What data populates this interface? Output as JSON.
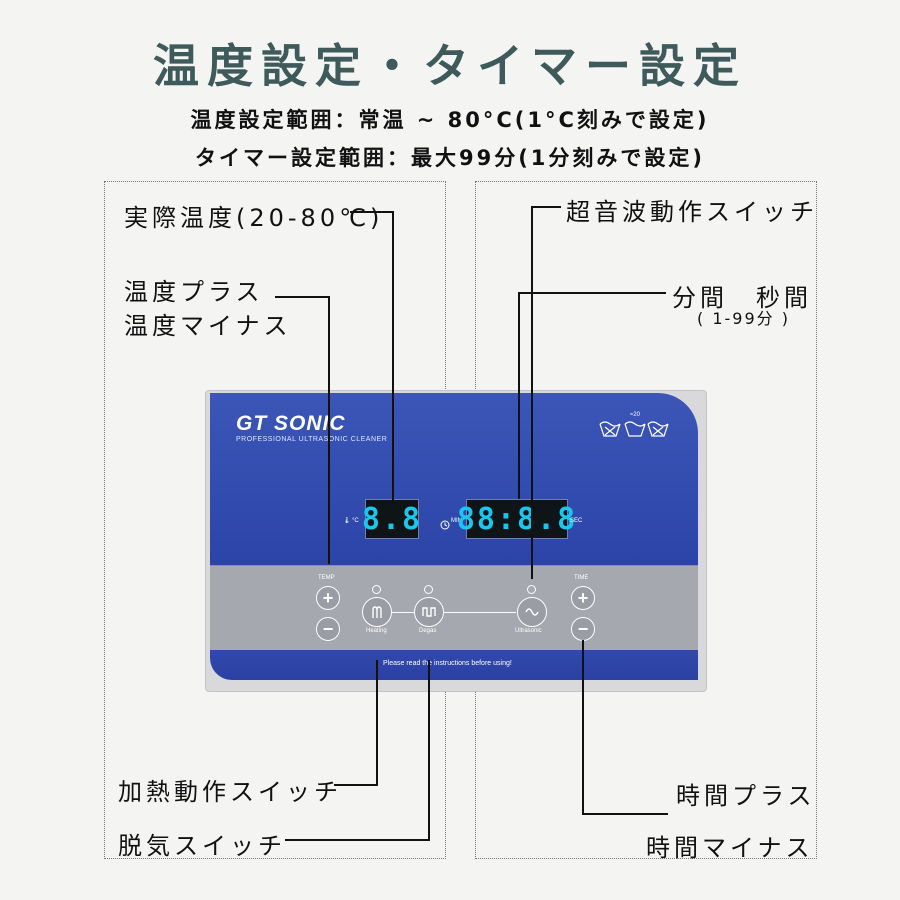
{
  "header": {
    "title": "温度設定・タイマー設定",
    "line1": "温度設定範囲：常温 ~ 80°C(1°C刻みで設定)",
    "line2": "タイマー設定範囲：最大99分(1分刻みで設定)"
  },
  "labels": {
    "actual_temp": "実際温度(20-80℃)",
    "temp_plus": "温度プラス",
    "temp_minus": "温度マイナス",
    "heating_switch": "加熱動作スイッチ",
    "degas_switch": "脱気スイッチ",
    "ultrasonic_switch": "超音波動作スイッチ",
    "min_sec": "分間　秒間",
    "min_sec_range": "( 1-99分 )",
    "time_plus": "時間プラス",
    "time_minus": "時間マイナス"
  },
  "panel": {
    "brand": "GT SONIC",
    "brand_sub": "PROFESSIONAL ULTRASONIC CLEANER",
    "temp_display": "8.8",
    "temp_unit": "°C",
    "timer_display": "88:8.8",
    "min_unit": "MIN",
    "sec_unit": "SEC",
    "temp_caption": "TEMP",
    "time_caption": "TIME",
    "plus": "+",
    "minus": "−",
    "heating": "Heating",
    "degas": "Degas",
    "ultrasonic": "Ultrasonic",
    "notice": "Please read the instructions before using!",
    "care_small": "≈20"
  },
  "colors": {
    "panel_blue": "#2c44a8",
    "panel_grey": "#a5a8ae",
    "display_digits": "#19c7ee",
    "title": "#3f5a5a"
  }
}
